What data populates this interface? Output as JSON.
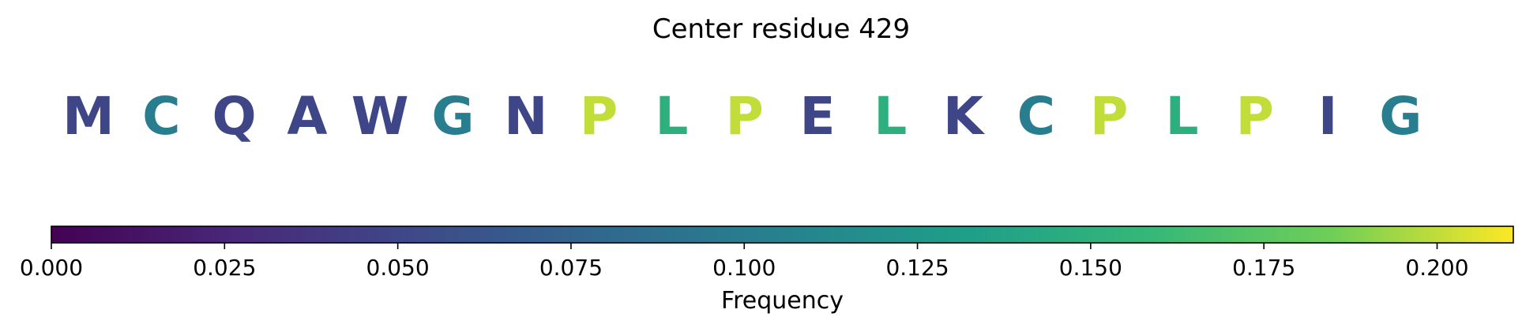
{
  "chart_data": {
    "type": "heatmap",
    "title": "Center residue 429",
    "residues": [
      {
        "letter": "M",
        "frequency": 0.05
      },
      {
        "letter": "C",
        "frequency": 0.1
      },
      {
        "letter": "Q",
        "frequency": 0.05
      },
      {
        "letter": "A",
        "frequency": 0.05
      },
      {
        "letter": "W",
        "frequency": 0.05
      },
      {
        "letter": "G",
        "frequency": 0.1
      },
      {
        "letter": "N",
        "frequency": 0.05
      },
      {
        "letter": "P",
        "frequency": 0.2
      },
      {
        "letter": "L",
        "frequency": 0.15
      },
      {
        "letter": "P",
        "frequency": 0.2
      },
      {
        "letter": "E",
        "frequency": 0.05
      },
      {
        "letter": "L",
        "frequency": 0.15
      },
      {
        "letter": "K",
        "frequency": 0.05
      },
      {
        "letter": "C",
        "frequency": 0.1
      },
      {
        "letter": "P",
        "frequency": 0.2
      },
      {
        "letter": "L",
        "frequency": 0.15
      },
      {
        "letter": "P",
        "frequency": 0.2
      },
      {
        "letter": "I",
        "frequency": 0.05
      },
      {
        "letter": "G",
        "frequency": 0.1
      }
    ],
    "colorbar": {
      "label": "Frequency",
      "range": [
        0.0,
        0.211
      ],
      "colormap": "viridis",
      "ticks": [
        0.0,
        0.025,
        0.05,
        0.075,
        0.1,
        0.125,
        0.15,
        0.175,
        0.2
      ],
      "tick_labels": [
        "0.000",
        "0.025",
        "0.050",
        "0.075",
        "0.100",
        "0.125",
        "0.150",
        "0.175",
        "0.200"
      ],
      "orientation": "horizontal"
    }
  }
}
